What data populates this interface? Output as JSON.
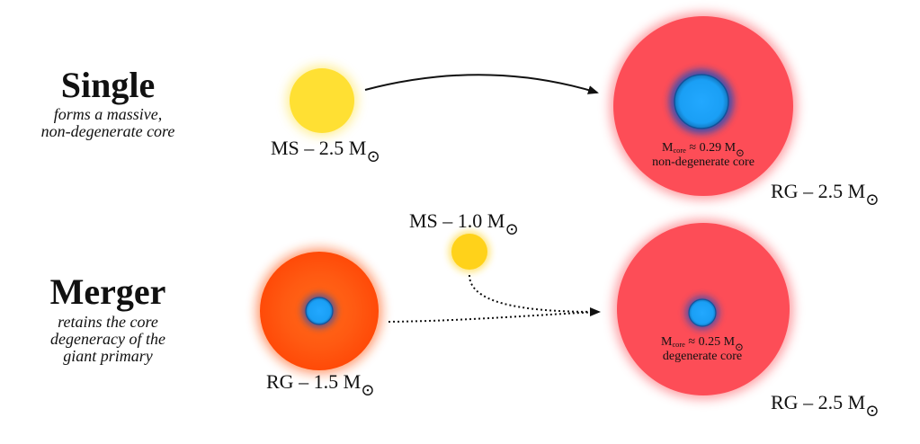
{
  "scenarios": {
    "single": {
      "title": "Single",
      "subtitle_line1": "forms a massive,",
      "subtitle_line2": "non-degenerate core"
    },
    "merger": {
      "title": "Merger",
      "subtitle_line1": "retains the core",
      "subtitle_line2": "degeneracy of the",
      "subtitle_line3": "giant primary"
    }
  },
  "stars": {
    "single_ms": {
      "type": "MS",
      "mass": "2.5",
      "color": "#ffe033"
    },
    "single_rg": {
      "type": "RG",
      "mass": "2.5",
      "color": "#fd4d57",
      "core_color": "#1a9ff5"
    },
    "merger_rg_primary": {
      "type": "RG",
      "mass": "1.5",
      "color": "#ff5a12",
      "core_color": "#1a9ff5"
    },
    "merger_ms_companion": {
      "type": "MS",
      "mass": "1.0",
      "color": "#ffd21a"
    },
    "merger_rg_result": {
      "type": "RG",
      "mass": "2.5",
      "color": "#fd4d57",
      "core_color": "#1a9ff5"
    }
  },
  "labels": {
    "separator": " – ",
    "mass_unit": "M",
    "sun_symbol": "⊙",
    "core_prefix": "M",
    "core_sub": "core",
    "approx": " ≈ ",
    "single_core_mass": "0.29",
    "single_core_desc": "non-degenerate core",
    "merger_core_mass": "0.25",
    "merger_core_desc": "degenerate core"
  }
}
